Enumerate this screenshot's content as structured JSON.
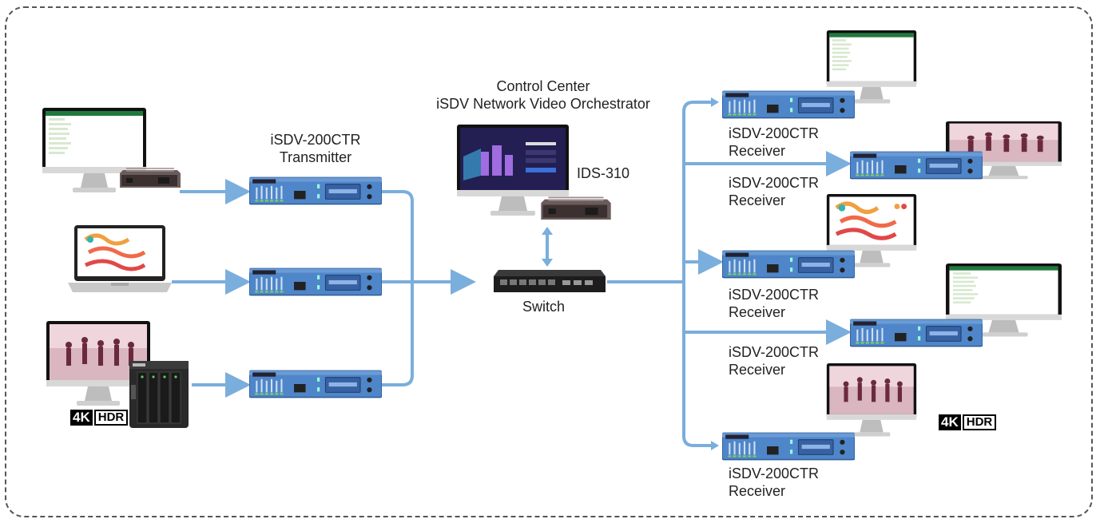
{
  "labels": {
    "control_center_line1": "Control Center",
    "control_center_line2": "iSDV Network Video Orchestrator",
    "transmitter_line1": "iSDV-200CTR",
    "transmitter_line2": "Transmitter",
    "ids": "IDS-310",
    "switch": "Switch",
    "receiver_line1": "iSDV-200CTR",
    "receiver_line2": "Receiver"
  },
  "badges": {
    "k4": "4K",
    "hdr": "HDR"
  },
  "colors": {
    "wire": "#7aaedc",
    "device_blue": "#4f86c9",
    "frame": "#555555"
  },
  "icons": [
    "monitor-spreadsheet-icon",
    "laptop-infographic-icon",
    "monitor-dancers-icon",
    "nas-icon",
    "mini-pc-icon",
    "transmitter-box-icon",
    "receiver-box-icon",
    "network-switch-icon"
  ]
}
